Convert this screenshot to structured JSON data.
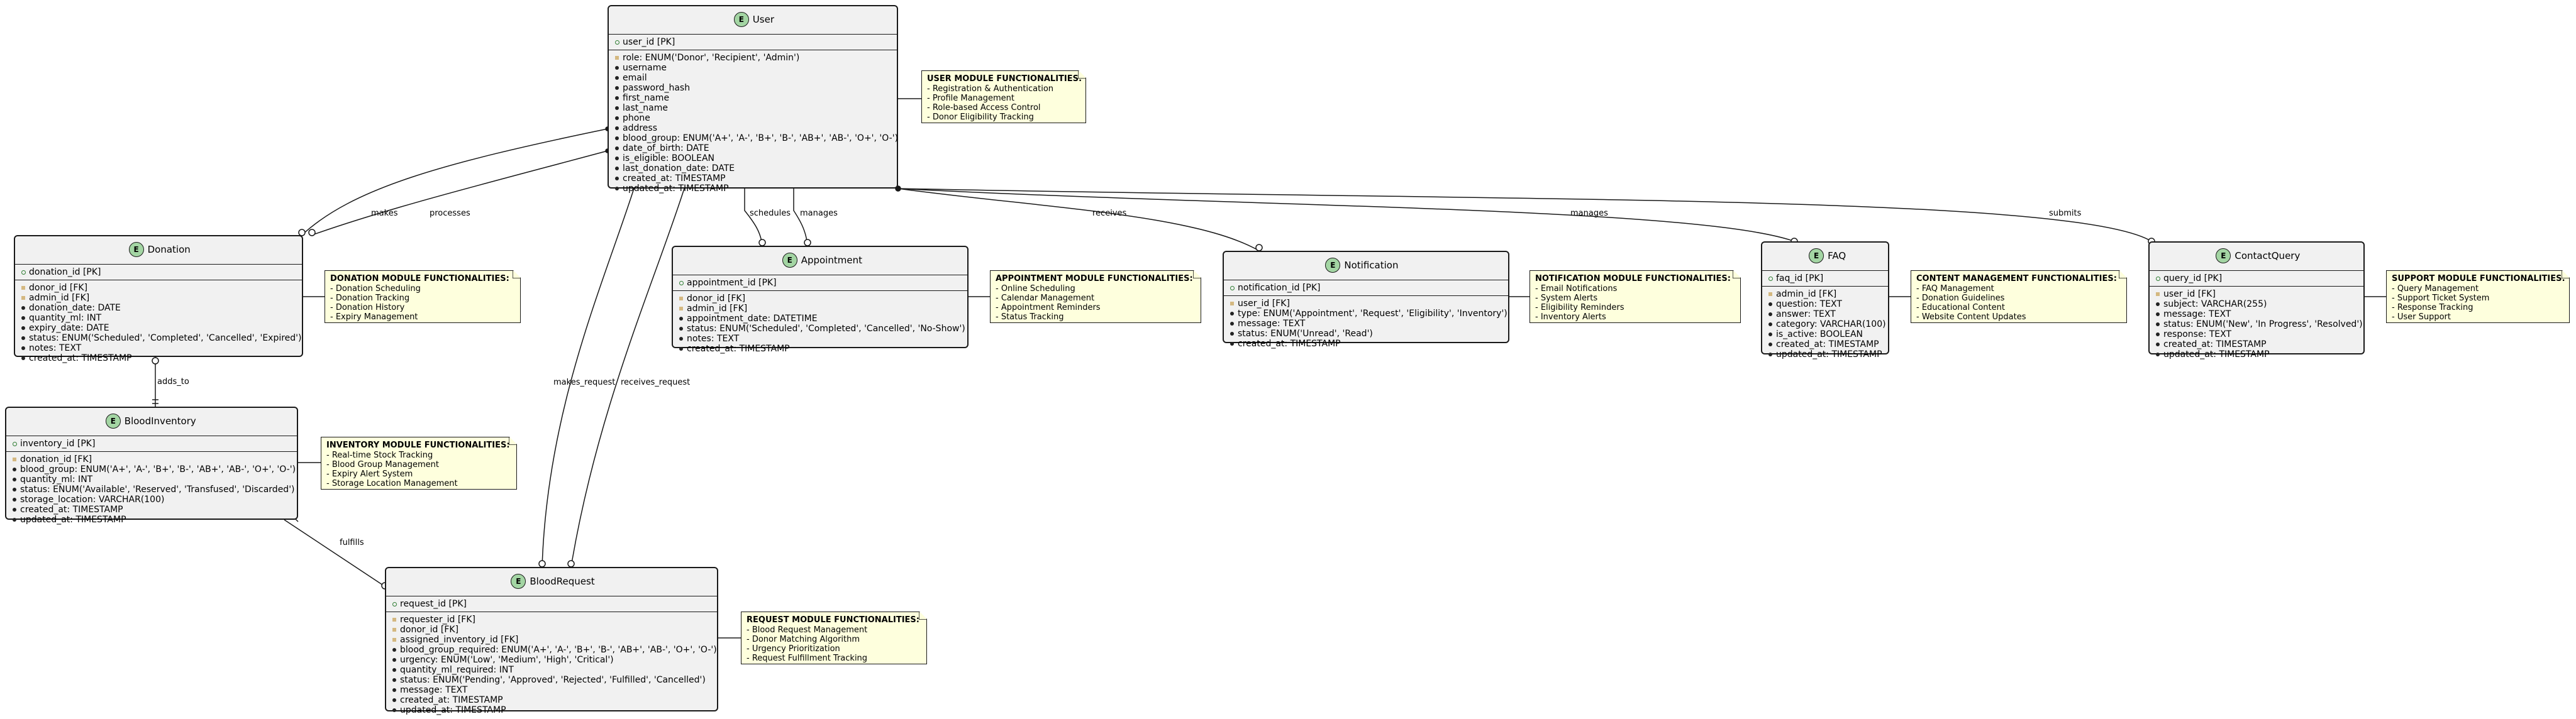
{
  "entities": {
    "user": {
      "name": "User",
      "badge": "E",
      "pk": "user_id [PK]",
      "fields": [
        {
          "m": "fk",
          "t": "role: ENUM('Donor', 'Recipient', 'Admin')"
        },
        {
          "m": "req",
          "t": "username"
        },
        {
          "m": "req",
          "t": "email"
        },
        {
          "m": "req",
          "t": "password_hash"
        },
        {
          "m": "req",
          "t": "first_name"
        },
        {
          "m": "req",
          "t": "last_name"
        },
        {
          "m": "req",
          "t": "phone"
        },
        {
          "m": "req",
          "t": "address"
        },
        {
          "m": "req",
          "t": "blood_group: ENUM('A+', 'A-', 'B+', 'B-', 'AB+', 'AB-', 'O+', 'O-')"
        },
        {
          "m": "req",
          "t": "date_of_birth: DATE"
        },
        {
          "m": "req",
          "t": "is_eligible: BOOLEAN"
        },
        {
          "m": "req",
          "t": "last_donation_date: DATE"
        },
        {
          "m": "req",
          "t": "created_at: TIMESTAMP"
        },
        {
          "m": "req",
          "t": "updated_at: TIMESTAMP"
        }
      ]
    },
    "donation": {
      "name": "Donation",
      "badge": "E",
      "pk": "donation_id [PK]",
      "fields": [
        {
          "m": "fk",
          "t": "donor_id [FK]"
        },
        {
          "m": "fk",
          "t": "admin_id [FK]"
        },
        {
          "m": "req",
          "t": "donation_date: DATE"
        },
        {
          "m": "req",
          "t": "quantity_ml: INT"
        },
        {
          "m": "req",
          "t": "expiry_date: DATE"
        },
        {
          "m": "req",
          "t": "status: ENUM('Scheduled', 'Completed', 'Cancelled', 'Expired')"
        },
        {
          "m": "req",
          "t": "notes: TEXT"
        },
        {
          "m": "req",
          "t": "created_at: TIMESTAMP"
        }
      ]
    },
    "inventory": {
      "name": "BloodInventory",
      "badge": "E",
      "pk": "inventory_id [PK]",
      "fields": [
        {
          "m": "fk",
          "t": "donation_id [FK]"
        },
        {
          "m": "req",
          "t": "blood_group: ENUM('A+', 'A-', 'B+', 'B-', 'AB+', 'AB-', 'O+', 'O-')"
        },
        {
          "m": "req",
          "t": "quantity_ml: INT"
        },
        {
          "m": "req",
          "t": "status: ENUM('Available', 'Reserved', 'Transfused', 'Discarded')"
        },
        {
          "m": "req",
          "t": "storage_location: VARCHAR(100)"
        },
        {
          "m": "req",
          "t": "created_at: TIMESTAMP"
        },
        {
          "m": "req",
          "t": "updated_at: TIMESTAMP"
        }
      ]
    },
    "request": {
      "name": "BloodRequest",
      "badge": "E",
      "pk": "request_id [PK]",
      "fields": [
        {
          "m": "fk",
          "t": "requester_id [FK]"
        },
        {
          "m": "fk",
          "t": "donor_id [FK]"
        },
        {
          "m": "fk",
          "t": "assigned_inventory_id [FK]"
        },
        {
          "m": "req",
          "t": "blood_group_required: ENUM('A+', 'A-', 'B+', 'B-', 'AB+', 'AB-', 'O+', 'O-')"
        },
        {
          "m": "req",
          "t": "urgency: ENUM('Low', 'Medium', 'High', 'Critical')"
        },
        {
          "m": "req",
          "t": "quantity_ml_required: INT"
        },
        {
          "m": "req",
          "t": "status: ENUM('Pending', 'Approved', 'Rejected', 'Fulfilled', 'Cancelled')"
        },
        {
          "m": "req",
          "t": "message: TEXT"
        },
        {
          "m": "req",
          "t": "created_at: TIMESTAMP"
        },
        {
          "m": "req",
          "t": "updated_at: TIMESTAMP"
        }
      ]
    },
    "appointment": {
      "name": "Appointment",
      "badge": "E",
      "pk": "appointment_id [PK]",
      "fields": [
        {
          "m": "fk",
          "t": "donor_id [FK]"
        },
        {
          "m": "fk",
          "t": "admin_id [FK]"
        },
        {
          "m": "req",
          "t": "appointment_date: DATETIME"
        },
        {
          "m": "req",
          "t": "status: ENUM('Scheduled', 'Completed', 'Cancelled', 'No-Show')"
        },
        {
          "m": "req",
          "t": "notes: TEXT"
        },
        {
          "m": "req",
          "t": "created_at: TIMESTAMP"
        }
      ]
    },
    "notification": {
      "name": "Notification",
      "badge": "E",
      "pk": "notification_id [PK]",
      "fields": [
        {
          "m": "fk",
          "t": "user_id [FK]"
        },
        {
          "m": "req",
          "t": "type: ENUM('Appointment', 'Request', 'Eligibility', 'Inventory')"
        },
        {
          "m": "req",
          "t": "message: TEXT"
        },
        {
          "m": "req",
          "t": "status: ENUM('Unread', 'Read')"
        },
        {
          "m": "req",
          "t": "created_at: TIMESTAMP"
        }
      ]
    },
    "faq": {
      "name": "FAQ",
      "badge": "E",
      "pk": "faq_id [PK]",
      "fields": [
        {
          "m": "fk",
          "t": "admin_id [FK]"
        },
        {
          "m": "req",
          "t": "question: TEXT"
        },
        {
          "m": "req",
          "t": "answer: TEXT"
        },
        {
          "m": "req",
          "t": "category: VARCHAR(100)"
        },
        {
          "m": "req",
          "t": "is_active: BOOLEAN"
        },
        {
          "m": "req",
          "t": "created_at: TIMESTAMP"
        },
        {
          "m": "req",
          "t": "updated_at: TIMESTAMP"
        }
      ]
    },
    "contact": {
      "name": "ContactQuery",
      "badge": "E",
      "pk": "query_id [PK]",
      "fields": [
        {
          "m": "fk",
          "t": "user_id [FK]"
        },
        {
          "m": "req",
          "t": "subject: VARCHAR(255)"
        },
        {
          "m": "req",
          "t": "message: TEXT"
        },
        {
          "m": "req",
          "t": "status: ENUM('New', 'In Progress', 'Resolved')"
        },
        {
          "m": "req",
          "t": "response: TEXT"
        },
        {
          "m": "req",
          "t": "created_at: TIMESTAMP"
        },
        {
          "m": "req",
          "t": "updated_at: TIMESTAMP"
        }
      ]
    }
  },
  "notes": {
    "user": {
      "title": "USER MODULE FUNCTIONALITIES:",
      "items": [
        "- Registration & Authentication",
        "- Profile Management",
        "- Role-based Access Control",
        "- Donor Eligibility Tracking"
      ]
    },
    "donation": {
      "title": "DONATION MODULE FUNCTIONALITIES:",
      "items": [
        "- Donation Scheduling",
        "- Donation Tracking",
        "- Donation History",
        "- Expiry Management"
      ]
    },
    "inventory": {
      "title": "INVENTORY MODULE FUNCTIONALITIES:",
      "items": [
        "- Real-time Stock Tracking",
        "- Blood Group Management",
        "- Expiry Alert System",
        "- Storage Location Management"
      ]
    },
    "request": {
      "title": "REQUEST MODULE FUNCTIONALITIES:",
      "items": [
        "- Blood Request Management",
        "- Donor Matching Algorithm",
        "- Urgency Prioritization",
        "- Request Fulfillment Tracking"
      ]
    },
    "appointment": {
      "title": "APPOINTMENT MODULE FUNCTIONALITIES:",
      "items": [
        "- Online Scheduling",
        "- Calendar Management",
        "- Appointment Reminders",
        "- Status Tracking"
      ]
    },
    "notification": {
      "title": "NOTIFICATION MODULE FUNCTIONALITIES:",
      "items": [
        "- Email Notifications",
        "- System Alerts",
        "- Eligibility Reminders",
        "- Inventory Alerts"
      ]
    },
    "faq": {
      "title": "CONTENT MANAGEMENT FUNCTIONALITIES:",
      "items": [
        "- FAQ Management",
        "- Donation Guidelines",
        "- Educational Content",
        "- Website Content Updates"
      ]
    },
    "contact": {
      "title": "SUPPORT MODULE FUNCTIONALITIES:",
      "items": [
        "- Query Management",
        "- Support Ticket System",
        "- Response Tracking",
        "- User Support"
      ]
    }
  },
  "relations": {
    "makes": "makes",
    "processes": "processes",
    "schedules": "schedules",
    "manages_appt": "manages",
    "receives": "receives",
    "manages_faq": "manages",
    "submits": "submits",
    "adds_to": "adds_to",
    "makes_request": "makes_request",
    "receives_request": "receives_request",
    "fulfills": "fulfills"
  },
  "colors": {
    "entity_bg": "#f1f1f1",
    "entity_border": "#181818",
    "badge_fill": "#a3d5a3",
    "note_bg": "#feffdd",
    "line": "#181818"
  }
}
